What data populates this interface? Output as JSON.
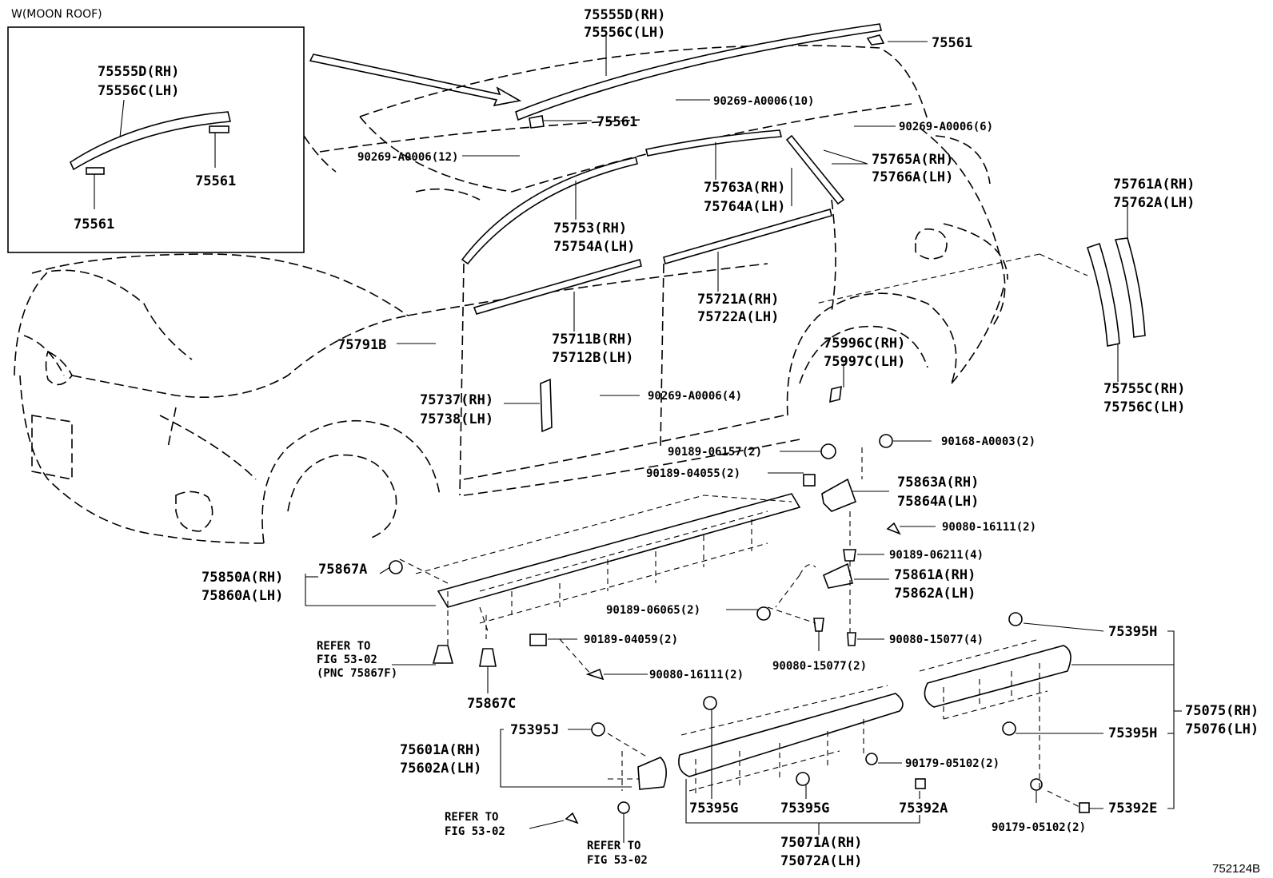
{
  "inset": {
    "title": "W(MOON ROOF)",
    "roof_rack_rh": "75555D(RH)",
    "roof_rack_lh": "75556C(LH)",
    "clip_a": "75561",
    "clip_b": "75561"
  },
  "labels": {
    "roof_rack_rh": "75555D(RH)",
    "roof_rack_lh": "75556C(LH)",
    "roof_clip_top": "75561",
    "roof_clip_front": "75561",
    "bolt_10": "90269-A0006(10)",
    "bolt_6": "90269-A0006(6)",
    "bolt_12": "90269-A0006(12)",
    "rear_door_frame_rh": "75765A(RH)",
    "rear_door_frame_lh": "75766A(LH)",
    "rear_door_upper_rh": "75763A(RH)",
    "rear_door_upper_lh": "75764A(LH)",
    "quarter_rh": "75761A(RH)",
    "quarter_lh": "75762A(LH)",
    "front_door_frame_rh": "75753(RH)",
    "front_door_frame_lh": "75754A(LH)",
    "rear_belt_rh": "75721A(RH)",
    "rear_belt_lh": "75722A(LH)",
    "front_belt_rh": "75711B(RH)",
    "front_belt_lh": "75712B(LH)",
    "clip_75791b": "75791B",
    "wheel_arch_rh": "75996C(RH)",
    "wheel_arch_lh": "75997C(LH)",
    "quarter_lower_rh": "75755C(RH)",
    "quarter_lower_lh": "75756C(LH)",
    "pillar_rh": "75737(RH)",
    "pillar_lh": "75738(LH)",
    "bolt_4": "90269-A0006(4)",
    "clip_06157": "90189-06157(2)",
    "clip_a0003": "90168-A0003(2)",
    "clip_04055": "90189-04055(2)",
    "bracket_rear_rh": "75863A(RH)",
    "bracket_rear_lh": "75864A(LH)",
    "screw_16111_a": "90080-16111(2)",
    "clip_06211": "90189-06211(4)",
    "bracket_front_rh": "75861A(RH)",
    "bracket_front_lh": "75862A(LH)",
    "clip_06065": "90189-06065(2)",
    "screw_15077_a": "90080-15077(4)",
    "clip_04059": "90189-04059(2)",
    "screw_16111_b": "90080-16111(2)",
    "screw_15077_b": "90080-15077(2)",
    "rocker_rh": "75850A(RH)",
    "rocker_lh": "75860A(LH)",
    "clip_75867a": "75867A",
    "refer_to_1": "REFER TO",
    "fig_1": "FIG 53-02",
    "pnc_1": "(PNC 75867F)",
    "clip_75867c": "75867C",
    "clip_75395j": "75395J",
    "mudguard_rh": "75601A(RH)",
    "mudguard_lh": "75602A(LH)",
    "refer_to_2": "REFER TO",
    "fig_2": "FIG 53-02",
    "refer_to_3": "REFER TO",
    "fig_3": "FIG 53-02",
    "clip_75395g_a": "75395G",
    "clip_75395g_b": "75395G",
    "clip_75392a": "75392A",
    "door_mold_front_rh": "75071A(RH)",
    "door_mold_front_lh": "75072A(LH)",
    "clip_05102_a": "90179-05102(2)",
    "clip_05102_b": "90179-05102(2)",
    "clip_75395h_a": "75395H",
    "clip_75395h_b": "75395H",
    "clip_75392e": "75392E",
    "door_mold_rear_rh": "75075(RH)",
    "door_mold_rear_lh": "75076(LH)",
    "figure_number": "752124B"
  }
}
